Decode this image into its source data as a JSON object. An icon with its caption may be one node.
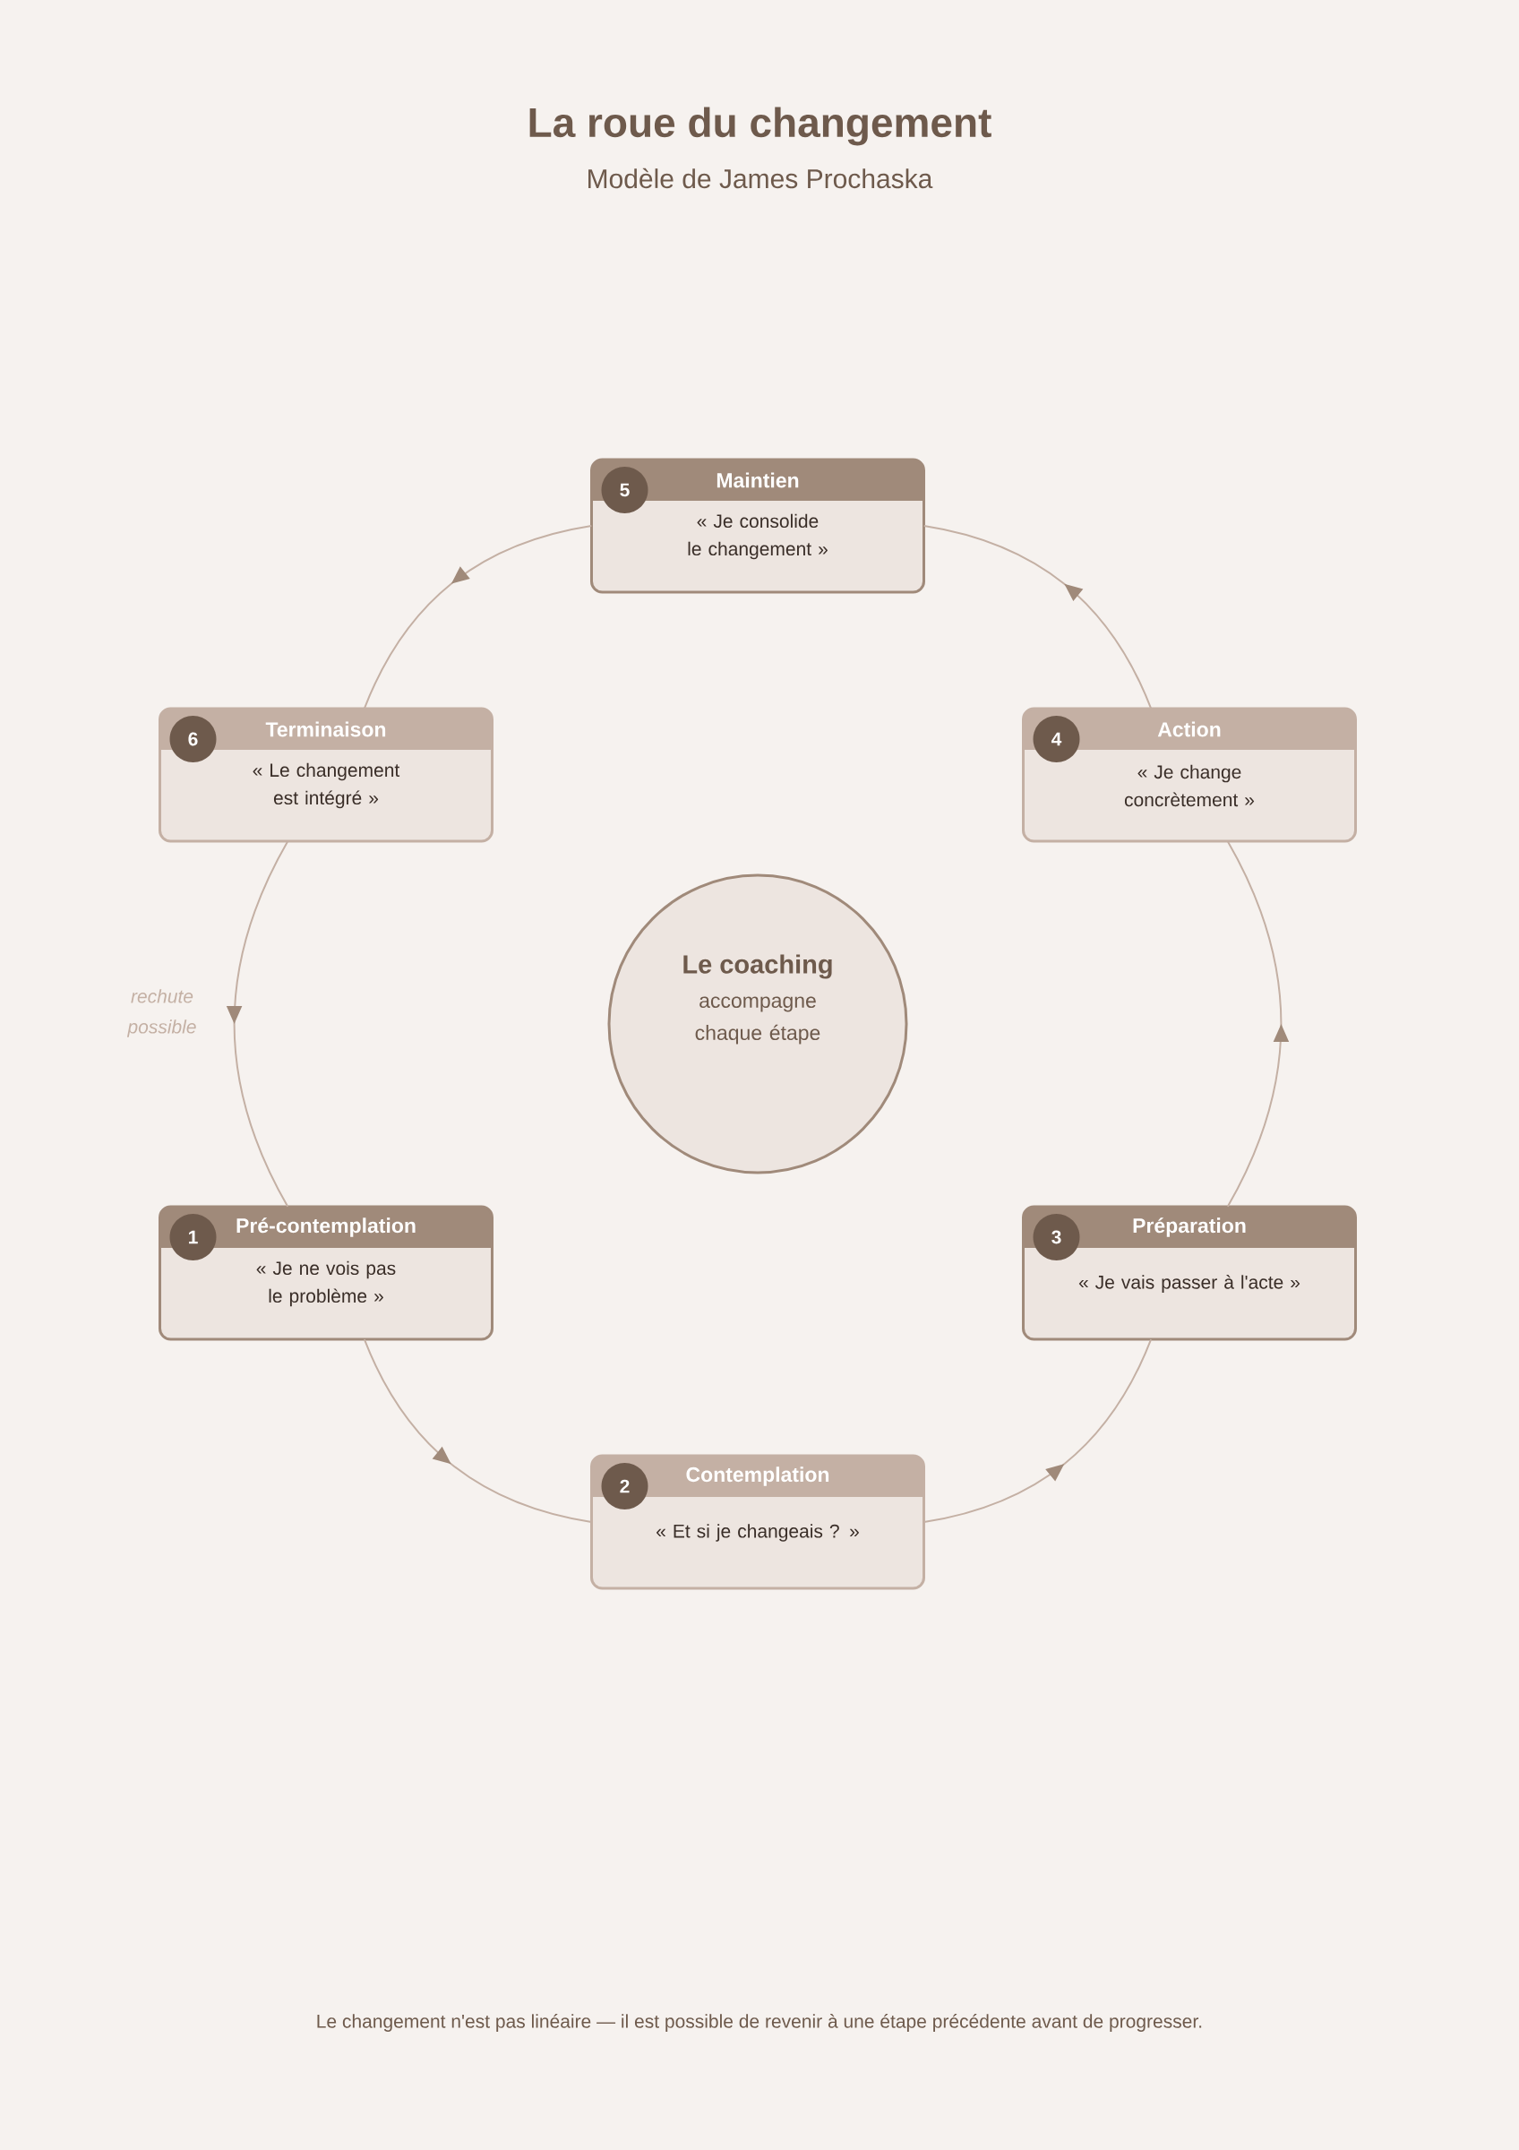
{
  "diagram": {
    "title": "La roue du changement",
    "caption": "Le changement n'est pas linéaire — il est possible de revenir à une étape précédente avant de progresser.",
    "nodes": [
      {
        "text": [
          "1",
          "Pré-contemplation",
          "« Je ne vois pas le problème »"
        ]
      },
      {
        "text": [
          "2",
          "Contemplation",
          "« Et si je changeais ? »"
        ]
      },
      {
        "text": [
          "3",
          "Préparation",
          "« Je vais passer à l'acte »"
        ]
      },
      {
        "text": [
          "4",
          "Action",
          "« Je change concrètement »"
        ]
      },
      {
        "text": [
          "5",
          "Maintien",
          "« Je consolide le changement »"
        ]
      },
      {
        "text": [
          "6",
          "Terminaison",
          "« Le changement est intégré »"
        ]
      },
      {
        "text": [
          "Le coaching",
          "accompagne chaque étape"
        ]
      }
    ],
    "edges": [
      {
        "from": 0,
        "to": 1,
        "arrow": "to"
      },
      {
        "from": 1,
        "to": 2,
        "arrow": "to"
      },
      {
        "from": 2,
        "to": 3,
        "arrow": "to"
      },
      {
        "from": 3,
        "to": 4,
        "arrow": "to"
      },
      {
        "from": 4,
        "to": 5,
        "arrow": "to"
      },
      {
        "from": 5,
        "to": 0,
        "arrow": "to",
        "label": "rechute possible"
      }
    ],
    "labels": [
      "Modèle de James Prochaska"
    ]
  }
}
